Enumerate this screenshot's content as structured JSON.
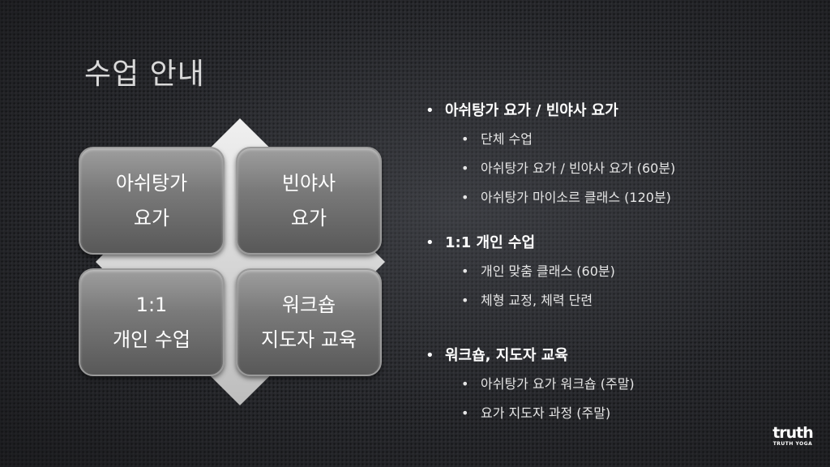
{
  "title": "수업 안내",
  "quadrants": {
    "q1": {
      "line1": "아쉬탕가",
      "line2": "요가"
    },
    "q2": {
      "line1": "빈야사",
      "line2": "요가"
    },
    "q3": {
      "line1": "1:1",
      "line2": "개인 수업"
    },
    "q4": {
      "line1": "워크숍",
      "line2": "지도자 교육"
    }
  },
  "sections": [
    {
      "heading": "아쉬탕가 요가 / 빈야사 요가",
      "items": [
        "단체 수업",
        "아쉬탕가 요가 / 빈야사 요가 (60분)",
        "아쉬탕가 마이소르 클래스 (120분)"
      ]
    },
    {
      "heading": "1:1 개인 수업",
      "items": [
        "개인 맞춤 클래스 (60분)",
        "체형 교정, 체력 단련"
      ]
    },
    {
      "heading": "워크숍, 지도자 교육",
      "items": [
        "아쉬탕가 요가 워크숍 (주말)",
        "요가 지도자 과정 (주말)"
      ]
    }
  ],
  "logo": {
    "mark": "truth",
    "subtitle": "TRUTH YOGA"
  },
  "colors": {
    "background": "#26272b",
    "diamond": "#d8d8d8",
    "quadrant": "#7a7a7a"
  }
}
